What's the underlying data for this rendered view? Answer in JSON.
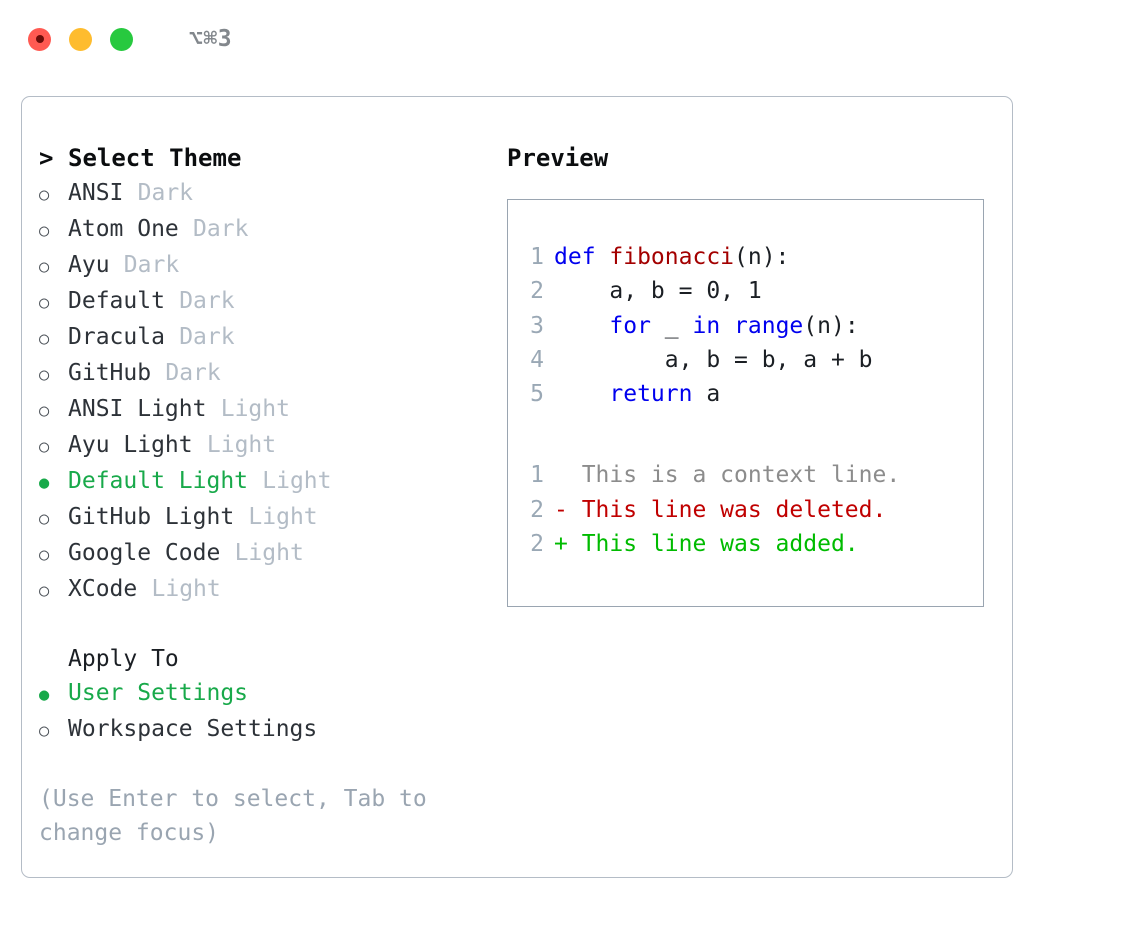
{
  "titlebar": {
    "shortcut": "⌥⌘3",
    "lights": [
      "close-red",
      "minimize-yellow",
      "maximize-green"
    ]
  },
  "theme_list": {
    "header_caret": ">",
    "header": "Select Theme",
    "items": [
      {
        "bullet": "○",
        "name": "ANSI",
        "variant": "Dark",
        "selected": false
      },
      {
        "bullet": "○",
        "name": "Atom One",
        "variant": "Dark",
        "selected": false
      },
      {
        "bullet": "○",
        "name": "Ayu",
        "variant": "Dark",
        "selected": false
      },
      {
        "bullet": "○",
        "name": "Default",
        "variant": "Dark",
        "selected": false
      },
      {
        "bullet": "○",
        "name": "Dracula",
        "variant": "Dark",
        "selected": false
      },
      {
        "bullet": "○",
        "name": "GitHub",
        "variant": "Dark",
        "selected": false
      },
      {
        "bullet": "○",
        "name": "ANSI Light",
        "variant": "Light",
        "selected": false
      },
      {
        "bullet": "○",
        "name": "Ayu Light",
        "variant": "Light",
        "selected": false
      },
      {
        "bullet": "●",
        "name": "Default Light",
        "variant": "Light",
        "selected": true
      },
      {
        "bullet": "○",
        "name": "GitHub Light",
        "variant": "Light",
        "selected": false
      },
      {
        "bullet": "○",
        "name": "Google Code",
        "variant": "Light",
        "selected": false
      },
      {
        "bullet": "○",
        "name": "XCode",
        "variant": "Light",
        "selected": false
      }
    ]
  },
  "apply_to": {
    "label": "Apply To",
    "options": [
      {
        "bullet": "●",
        "name": "User Settings",
        "selected": true
      },
      {
        "bullet": "○",
        "name": "Workspace Settings",
        "selected": false
      }
    ]
  },
  "hint": "(Use Enter to select, Tab to change focus)",
  "preview": {
    "title": "Preview",
    "code_lines": [
      {
        "no": "1",
        "tokens": [
          {
            "t": "def ",
            "c": "kw"
          },
          {
            "t": "fibonacci",
            "c": "fn"
          },
          {
            "t": "(n):",
            "c": "plain"
          }
        ]
      },
      {
        "no": "2",
        "tokens": [
          {
            "t": "    a, b = 0, 1",
            "c": "plain"
          }
        ]
      },
      {
        "no": "3",
        "tokens": [
          {
            "t": "    ",
            "c": "plain"
          },
          {
            "t": "for",
            "c": "kw"
          },
          {
            "t": " _ ",
            "c": "plain"
          },
          {
            "t": "in",
            "c": "kw"
          },
          {
            "t": " ",
            "c": "plain"
          },
          {
            "t": "range",
            "c": "kw"
          },
          {
            "t": "(n):",
            "c": "plain"
          }
        ]
      },
      {
        "no": "4",
        "tokens": [
          {
            "t": "        a, b = b, a + b",
            "c": "plain"
          }
        ]
      },
      {
        "no": "5",
        "tokens": [
          {
            "t": "    ",
            "c": "plain"
          },
          {
            "t": "return",
            "c": "kw"
          },
          {
            "t": " a",
            "c": "plain"
          }
        ]
      }
    ],
    "diff_lines": [
      {
        "no": "1",
        "text": "  This is a context line.",
        "kind": "context"
      },
      {
        "no": "2",
        "text": "- This line was deleted.",
        "kind": "del"
      },
      {
        "no": "2",
        "text": "+ This line was added.",
        "kind": "add"
      }
    ]
  },
  "colors": {
    "accent_green": "#18a94a",
    "keyword_blue": "#0000ee",
    "function_red": "#a30000",
    "diff_deleted": "#c00000",
    "diff_added": "#00bb00",
    "muted": "#9aa5b1",
    "border": "#b4bcc6"
  }
}
